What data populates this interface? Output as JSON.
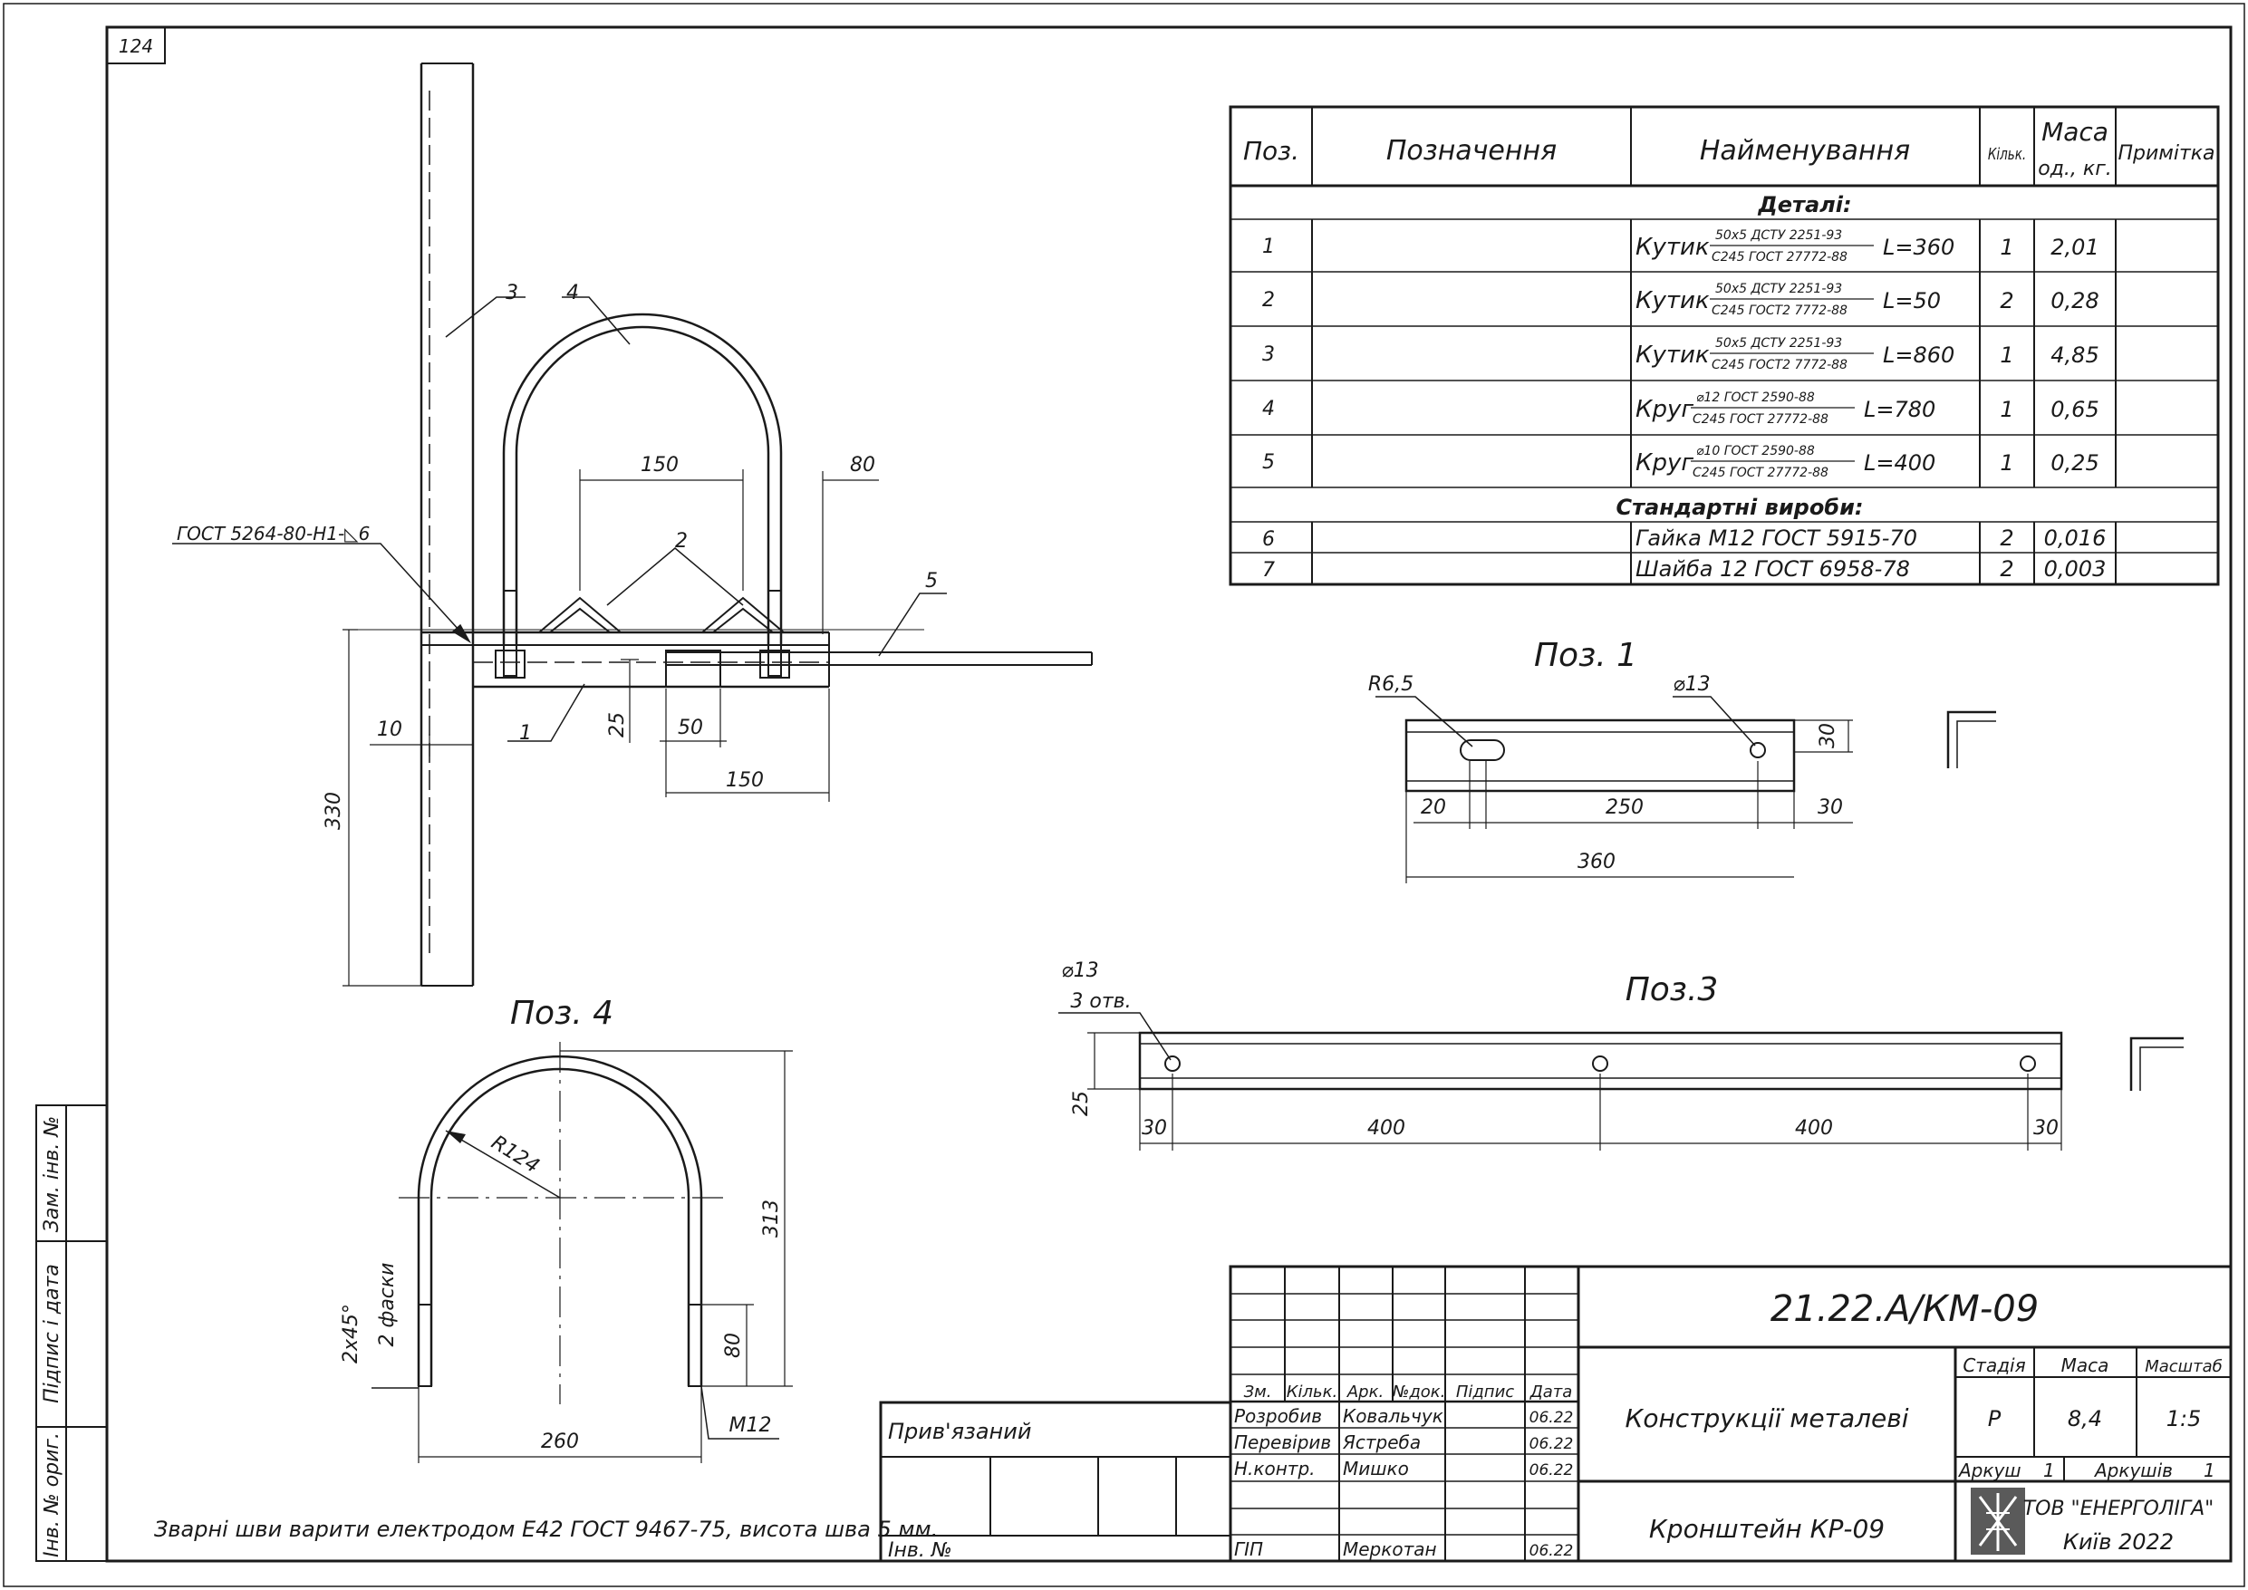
{
  "sheet_number": "124",
  "spec_table": {
    "headers": {
      "pos": "Поз.",
      "designation": "Позначення",
      "name": "Найменування",
      "qty": "Кільк.",
      "mass_top": "Маса",
      "mass_bottom": "од., кг.",
      "note": "Примітка"
    },
    "section_details": "Деталі:",
    "section_standard": "Стандартні вироби:",
    "rows": [
      {
        "pos": "1",
        "prefix": "Кутик",
        "num": "50х5 ДСТУ 2251-93",
        "den": "С245 ГОСТ 27772-88",
        "length": "L=360",
        "qty": "1",
        "mass": "2,01"
      },
      {
        "pos": "2",
        "prefix": "Кутик",
        "num": "50х5 ДСТУ 2251-93",
        "den": "С245 ГОСТ2 7772-88",
        "length": "L=50",
        "qty": "2",
        "mass": "0,28"
      },
      {
        "pos": "3",
        "prefix": "Кутик",
        "num": "50х5 ДСТУ 2251-93",
        "den": "С245 ГОСТ2 7772-88",
        "length": "L=860",
        "qty": "1",
        "mass": "4,85"
      },
      {
        "pos": "4",
        "prefix": "Круг",
        "num": "⌀12 ГОСТ 2590-88",
        "den": "С245 ГОСТ 27772-88",
        "length": "L=780",
        "qty": "1",
        "mass": "0,65"
      },
      {
        "pos": "5",
        "prefix": "Круг",
        "num": "⌀10 ГОСТ 2590-88",
        "den": "С245 ГОСТ 27772-88",
        "length": "L=400",
        "qty": "1",
        "mass": "0,25"
      }
    ],
    "standard_rows": [
      {
        "pos": "6",
        "name": "Гайка М12 ГОСТ 5915-70",
        "qty": "2",
        "mass": "0,016"
      },
      {
        "pos": "7",
        "name": "Шайба 12 ГОСТ 6958-78",
        "qty": "2",
        "mass": "0,003"
      }
    ]
  },
  "main_view": {
    "weld_label": "ГОСТ 5264-80-Н1-◺6",
    "leader_3": "3",
    "leader_4": "4",
    "leader_2": "2",
    "leader_5": "5",
    "leader_1": "1",
    "dim_150_top": "150",
    "dim_80": "80",
    "dim_10": "10",
    "dim_25": "25",
    "dim_50": "50",
    "dim_150_bottom": "150",
    "dim_330": "330"
  },
  "poz1": {
    "title": "Поз. 1",
    "r_label": "R6,5",
    "hole_label": "⌀13",
    "dim_30_side": "30",
    "dim_20": "20",
    "dim_250": "250",
    "dim_30": "30",
    "dim_360": "360"
  },
  "poz3": {
    "title": "Поз.3",
    "hole_label": "⌀13",
    "holes_count": "3 отв.",
    "dim_25": "25",
    "dim_30_left": "30",
    "dim_400_a": "400",
    "dim_400_b": "400",
    "dim_30_right": "30"
  },
  "poz4": {
    "title": "Поз. 4",
    "radius": "R124",
    "dim_313": "313",
    "dim_80": "80",
    "dim_260": "260",
    "thread": "М12",
    "chamfer_a": "2х45°",
    "chamfer_b": "2 фаски"
  },
  "weld_note": "Зварні шви варити електродом Е42 ГОСТ 9467-75, висота шва 5 мм.",
  "side_stamp": {
    "zam": "Зам. інв. №",
    "pidpys": "Підпис і дата",
    "inv": "Інв. № ориг."
  },
  "binding_stamp": {
    "privyazanyi": "Прив'язаний",
    "inv_no": "Інв. №"
  },
  "title_block": {
    "doc_code": "21.22.А/КМ-09",
    "col_zm": "Зм.",
    "col_kilk": "Кільк.",
    "col_ark": "Арк.",
    "col_ndok": "№док.",
    "col_pidpys": "Підпис",
    "col_data": "Дата",
    "roles": [
      {
        "role": "Розробив",
        "name": "Ковальчук",
        "date": "06.22"
      },
      {
        "role": "Перевірив",
        "name": "Ястреба",
        "date": "06.22"
      },
      {
        "role": "Н.контр.",
        "name": "Мишко",
        "date": "06.22"
      },
      {
        "role": "ГІП",
        "name": "Меркотан",
        "date": "06.22"
      }
    ],
    "section_title": "Конструкції металеві",
    "stage_label": "Стадія",
    "mass_label": "Маса",
    "scale_label": "Масштаб",
    "stage": "Р",
    "mass": "8,4",
    "scale": "1:5",
    "sheet_label": "Аркуш",
    "sheet": "1",
    "sheets_label": "Аркушів",
    "sheets": "1",
    "drawing_name": "Кронштейн КР-09",
    "company": "ТОВ \"ЕНЕРГОЛІГА\"",
    "city": "Київ 2022"
  }
}
